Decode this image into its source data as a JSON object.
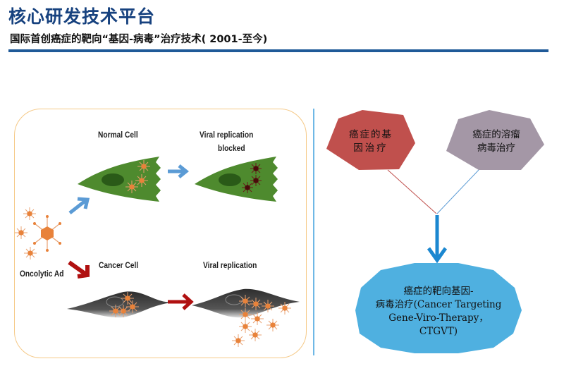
{
  "header": {
    "title": "核心研发技术平台",
    "subtitle": "国际首创癌症的靶向“基因-病毒”治疗技术( 2001-至今)"
  },
  "illustration": {
    "labels": {
      "normal_cell": "Normal Cell",
      "viral_blocked_line1": "Viral replication",
      "viral_blocked_line2": "blocked",
      "oncolytic_ad": "Oncolytic Ad",
      "cancer_cell": "Cancer Cell",
      "viral_replication": "Viral replication"
    },
    "colors": {
      "normal_cell": "#4e8a2e",
      "cancer_cell": "#3a3a3a",
      "virus": "#e8823a",
      "blocked_virus": "#5a1010",
      "blue_arrow": "#5b9bd5",
      "red_arrow": "#b01010",
      "panel_border": "#f5c987"
    }
  },
  "diagram": {
    "gene_therapy": {
      "line1": "癌症的基",
      "line2": "因治疗",
      "color": "#c0504d"
    },
    "virus_therapy": {
      "line1": "癌症的溶瘤",
      "line2": "病毒治疗",
      "color": "#a497a6"
    },
    "result": {
      "line1": "癌症的靶向基因-",
      "line2": "病毒治疗(Cancer Targeting",
      "line3": "Gene-Viro-Therapy，",
      "line4": "CTGVT)",
      "color": "#4fb0e0"
    },
    "arrow_color": "#1b87d0"
  }
}
